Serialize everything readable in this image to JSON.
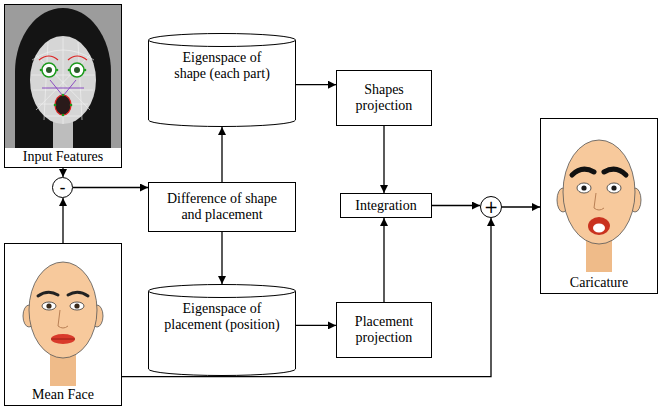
{
  "diagram": {
    "nodes": [
      {
        "text": [
          "Input Features"
        ]
      },
      {
        "text": [
          "-"
        ]
      },
      {
        "text": [
          "Mean Face"
        ]
      },
      {
        "text": [
          "Eigenspace of shape (each part)"
        ]
      },
      {
        "text": [
          "Difference of shape and placement"
        ]
      },
      {
        "text": [
          "Eigenspace of placement (position)"
        ]
      },
      {
        "text": [
          "Shapes projection"
        ]
      },
      {
        "text": [
          "Integration"
        ]
      },
      {
        "text": [
          "Placement projection"
        ]
      },
      {
        "text": [
          "+"
        ]
      },
      {
        "text": [
          "Caricature"
        ]
      }
    ],
    "edges": [
      {
        "from": 0,
        "to": 1,
        "arrow": "to"
      },
      {
        "from": 2,
        "to": 1,
        "arrow": "to"
      },
      {
        "from": 1,
        "to": 4,
        "arrow": "to"
      },
      {
        "from": 4,
        "to": 3,
        "arrow": "to"
      },
      {
        "from": 4,
        "to": 5,
        "arrow": "to"
      },
      {
        "from": 3,
        "to": 6,
        "arrow": "to"
      },
      {
        "from": 5,
        "to": 8,
        "arrow": "to"
      },
      {
        "from": 6,
        "to": 7,
        "arrow": "to"
      },
      {
        "from": 8,
        "to": 7,
        "arrow": "to"
      },
      {
        "from": 7,
        "to": 9,
        "arrow": "to"
      },
      {
        "from": 2,
        "to": 9,
        "arrow": "to"
      },
      {
        "from": 9,
        "to": 10,
        "arrow": "to"
      }
    ]
  }
}
